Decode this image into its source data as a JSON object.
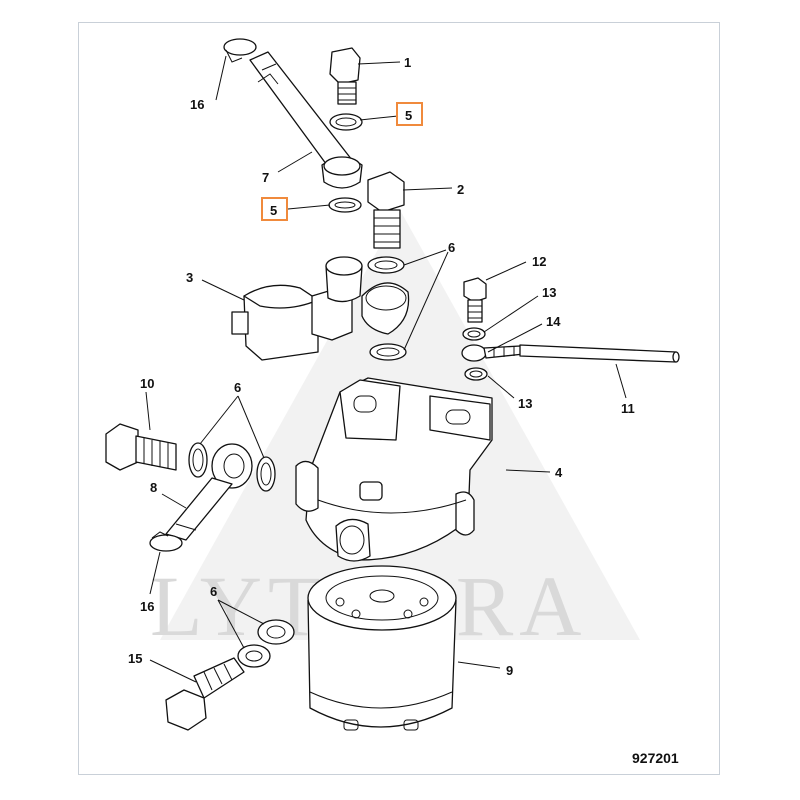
{
  "watermark": {
    "text": "LYTAGRA"
  },
  "document_number": "927201",
  "highlight_color": "#f08a3c",
  "callouts": {
    "c1": "1",
    "c2": "2",
    "c3": "3",
    "c4": "4",
    "c5a": "5",
    "c5b": "5",
    "c6a": "6",
    "c6b": "6",
    "c6c": "6",
    "c7": "7",
    "c8": "8",
    "c9": "9",
    "c10": "10",
    "c11": "11",
    "c12": "12",
    "c13a": "13",
    "c13b": "13",
    "c14": "14",
    "c15": "15",
    "c16a": "16",
    "c16b": "16"
  }
}
